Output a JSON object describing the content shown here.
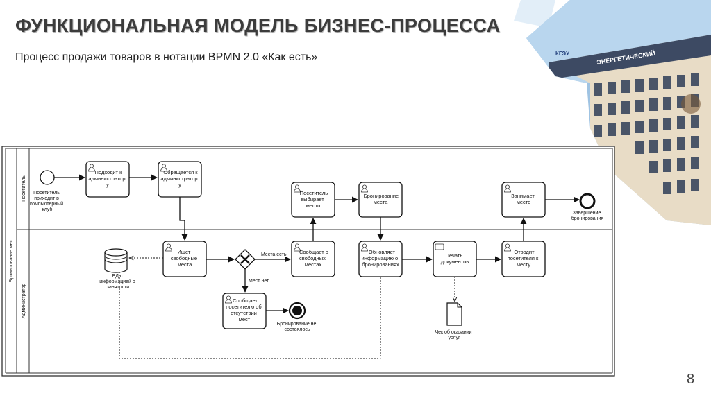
{
  "slide": {
    "title": "ФУНКЦИОНАЛЬНАЯ МОДЕЛЬ БИЗНЕС-ПРОЦЕССА",
    "subtitle": "Процесс продажи товаров в нотации BPMN 2.0 «Как есть»",
    "page_number": "8"
  },
  "photo": {
    "sign_text": "ЭНЕРГЕТИЧЕСКИЙ",
    "logo_text": "КГЭУ"
  },
  "diagram": {
    "pool_label": "Бронирование мест",
    "lanes": {
      "visitor": "Посетитель",
      "admin": "Администратор"
    },
    "events": {
      "start": [
        "Посетитель",
        "приходит в",
        "компьютерный",
        "клуб"
      ],
      "end_success": [
        "Завершение",
        "бронирования"
      ],
      "end_fail": [
        "Бронирование не",
        "состоялось"
      ]
    },
    "tasks": {
      "approach_admin": [
        "Подходит к",
        "администратор",
        "у"
      ],
      "contact_admin": [
        "Обращается к",
        "администратор",
        "у"
      ],
      "choose_seat": [
        "Посетитель",
        "выбирает",
        "место"
      ],
      "booking_seat": [
        "Бронирование",
        "места"
      ],
      "occupy_seat": [
        "Занимает",
        "место"
      ],
      "search_free": [
        "Ищет",
        "свободные",
        "места"
      ],
      "report_free": [
        "Сообщает о",
        "свободных",
        "местах"
      ],
      "update_info": [
        "Обновляет",
        "информацию о",
        "бронированиях"
      ],
      "print_docs": [
        "Печать",
        "документов"
      ],
      "lead_visitor": [
        "Отводит",
        "посетителя к",
        "месту"
      ],
      "report_none": [
        "Сообщает",
        "посетителю об",
        "отсутствии",
        "мест"
      ]
    },
    "gateway": {
      "yes_label": "Места есть",
      "no_label": "Мест нет"
    },
    "datastore_label": [
      "БД с",
      "информацией о",
      "занятости"
    ],
    "document_label": [
      "Чек об оказании",
      "услуг"
    ]
  }
}
